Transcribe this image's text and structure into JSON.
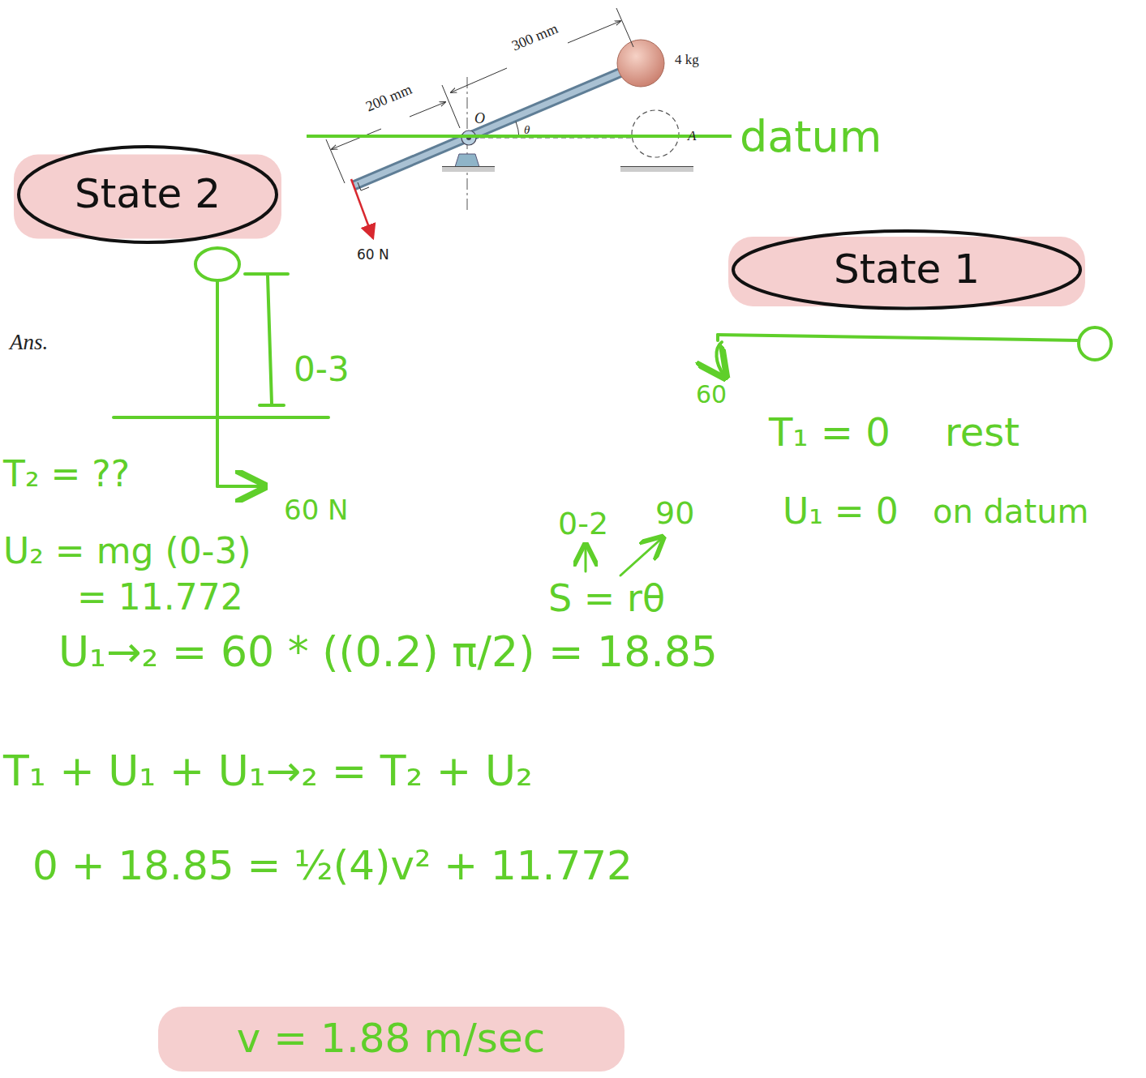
{
  "diagram": {
    "nodes": [
      {
        "text": [
          "State 2"
        ]
      },
      {
        "text": [
          "State 1"
        ]
      },
      {
        "text": [
          "v = 1.88 m/sec"
        ]
      }
    ],
    "labels": [
      "300 mm",
      "4 kg",
      "200 mm",
      "O",
      "θ",
      "A",
      "datum",
      "60 N",
      "Ans.",
      "0-3",
      "60 N",
      "60",
      "T₁ = 0",
      "rest",
      "U₁ = 0",
      "on datum",
      "T₂ = ??",
      "U₂ = mg (0-3)",
      "= 11.772",
      "0-2",
      "90",
      "S = rθ",
      "U₁→₂ = 60 * ((0.2) π/2) = 18.85",
      "T₁ + U₁ + U₁→₂ = T₂ + U₂",
      "0 + 18.85 = ½(4)v² + 11.772"
    ]
  }
}
